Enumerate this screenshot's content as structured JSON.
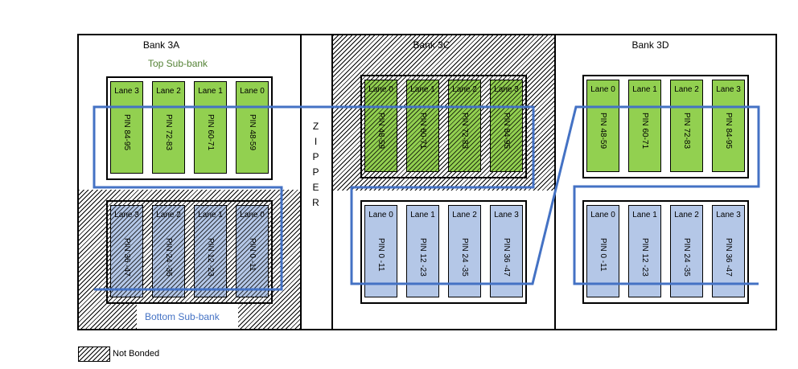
{
  "banks": [
    {
      "id": "3A",
      "title": "Bank 3A",
      "not_bonded": false,
      "top_caption": "Top Sub-bank",
      "bottom_caption": "Bottom Sub-bank",
      "top": {
        "not_bonded": false,
        "lanes": [
          {
            "lane": "Lane 3",
            "pins": "PIN 84-95"
          },
          {
            "lane": "Lane 2",
            "pins": "PIN 72-83"
          },
          {
            "lane": "Lane 1",
            "pins": "PIN 60-71"
          },
          {
            "lane": "Lane 0",
            "pins": "PIN 48-59"
          }
        ]
      },
      "bottom": {
        "not_bonded": true,
        "lanes": [
          {
            "lane": "Lane 3",
            "pins": "PIN 36 -47"
          },
          {
            "lane": "Lane 2",
            "pins": "PIN 24 -35"
          },
          {
            "lane": "Lane 1",
            "pins": "PIN 12 -23"
          },
          {
            "lane": "Lane 0",
            "pins": "PIN 0 -11"
          }
        ]
      }
    },
    {
      "id": "3C",
      "title": "Bank 3C",
      "top": {
        "not_bonded": true,
        "lanes": [
          {
            "lane": "Lane 0",
            "pins": "PIN 48-59"
          },
          {
            "lane": "Lane 1",
            "pins": "PIN 60-71"
          },
          {
            "lane": "Lane 2",
            "pins": "PIN 72-83"
          },
          {
            "lane": "Lane 3",
            "pins": "PIN 84-95"
          }
        ]
      },
      "bottom": {
        "not_bonded": false,
        "lanes": [
          {
            "lane": "Lane 0",
            "pins": "PIN 0 -11"
          },
          {
            "lane": "Lane 1",
            "pins": "PIN 12 -23"
          },
          {
            "lane": "Lane 2",
            "pins": "PIN 24 -35"
          },
          {
            "lane": "Lane 3",
            "pins": "PIN 36 -47"
          }
        ]
      }
    },
    {
      "id": "3D",
      "title": "Bank 3D",
      "top": {
        "not_bonded": false,
        "lanes": [
          {
            "lane": "Lane 0",
            "pins": "PIN 48-59"
          },
          {
            "lane": "Lane 1",
            "pins": "PIN 60-71"
          },
          {
            "lane": "Lane 2",
            "pins": "PIN 72-83"
          },
          {
            "lane": "Lane 3",
            "pins": "PIN 84-95"
          }
        ]
      },
      "bottom": {
        "not_bonded": false,
        "lanes": [
          {
            "lane": "Lane 0",
            "pins": "PIN 0 -11"
          },
          {
            "lane": "Lane 1",
            "pins": "PIN 12 -23"
          },
          {
            "lane": "Lane 2",
            "pins": "PIN 24 -35"
          },
          {
            "lane": "Lane 3",
            "pins": "PIN 36 -47"
          }
        ]
      }
    }
  ],
  "zipper": {
    "letters": [
      "Z",
      "I",
      "P",
      "P",
      "E",
      "R"
    ]
  },
  "legend": {
    "label": "Not Bonded"
  },
  "colors": {
    "top_lane": "#92d050",
    "bottom_lane": "#b4c7e7",
    "path_line": "#4472c4",
    "top_caption": "#548235",
    "bottom_caption": "#4472c4"
  }
}
